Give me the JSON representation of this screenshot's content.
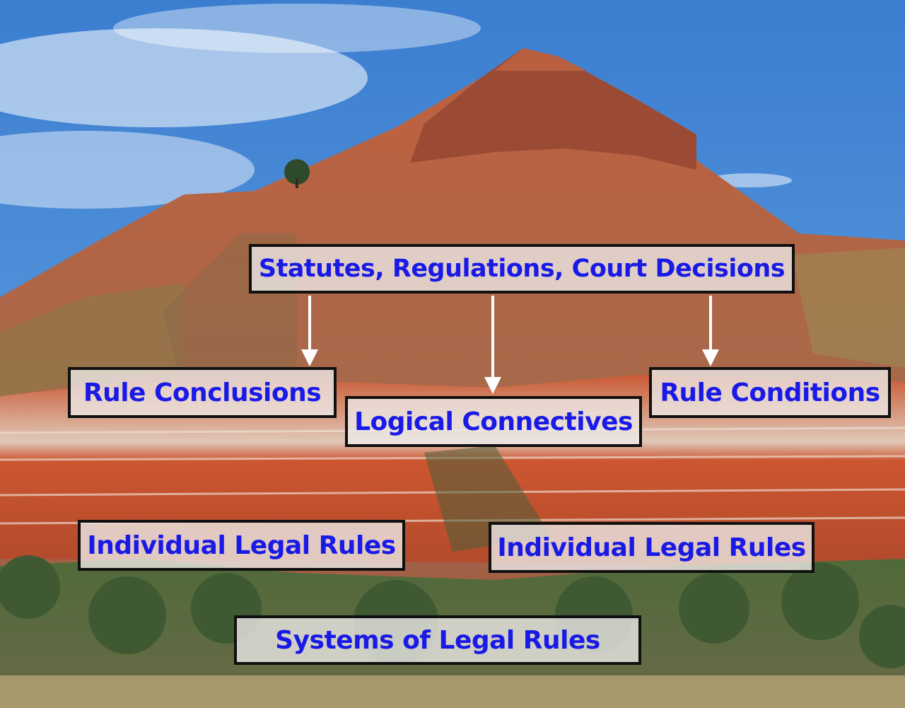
{
  "colors": {
    "label_text": "#1a1ae6",
    "label_fill": "#ece8e6",
    "label_border": "#101010",
    "arrow": "#ffffff",
    "sky": "#4a8fd8",
    "rock": "#b8553a"
  },
  "labels": {
    "statutes": "Statutes, Regulations, Court Decisions",
    "rule_conclusions": "Rule Conclusions",
    "logical_connectives": "Logical Connectives",
    "rule_conditions": "Rule Conditions",
    "individual_legal_rules_left": "Individual Legal Rules",
    "individual_legal_rules_right": "Individual Legal Rules",
    "systems_of_legal_rules": "Systems of Legal Rules"
  },
  "background": {
    "description_icon": "mountain-landscape-photo"
  }
}
